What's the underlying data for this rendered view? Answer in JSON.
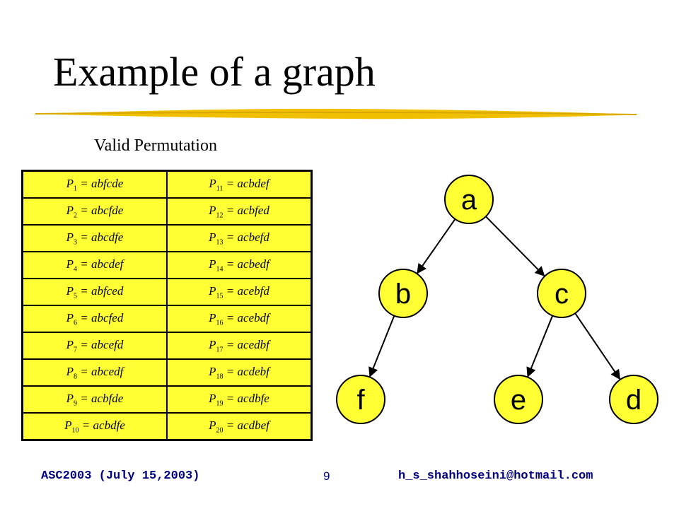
{
  "slide": {
    "title": "Example of a graph",
    "subtitle": "Valid Permutation",
    "accent_color": "#f0c000"
  },
  "permutations": {
    "rows": [
      [
        {
          "p": "P",
          "n": "1",
          "v": "= abfcde"
        },
        {
          "p": "P",
          "n": "11",
          "v": "= acbdef"
        }
      ],
      [
        {
          "p": "P",
          "n": "2",
          "v": "= abcfde"
        },
        {
          "p": "P",
          "n": "12",
          "v": "= acbfed"
        }
      ],
      [
        {
          "p": "P",
          "n": "3",
          "v": "= abcdfe"
        },
        {
          "p": "P",
          "n": "13",
          "v": "= acbefd"
        }
      ],
      [
        {
          "p": "P",
          "n": "4",
          "v": "= abcdef"
        },
        {
          "p": "P",
          "n": "14",
          "v": "= acbedf"
        }
      ],
      [
        {
          "p": "P",
          "n": "5",
          "v": "= abfced"
        },
        {
          "p": "P",
          "n": "15",
          "v": "= acebfd"
        }
      ],
      [
        {
          "p": "P",
          "n": "6",
          "v": "= abcfed"
        },
        {
          "p": "P",
          "n": "16",
          "v": "= acebdf"
        }
      ],
      [
        {
          "p": "P",
          "n": "7",
          "v": "= abcefd"
        },
        {
          "p": "P",
          "n": "17",
          "v": "= acedbf"
        }
      ],
      [
        {
          "p": "P",
          "n": "8",
          "v": "= abcedf"
        },
        {
          "p": "P",
          "n": "18",
          "v": "= acdebf"
        }
      ],
      [
        {
          "p": "P",
          "n": "9",
          "v": "= acbfde"
        },
        {
          "p": "P",
          "n": "19",
          "v": "= acdbfe"
        }
      ],
      [
        {
          "p": "P",
          "n": "10",
          "v": "= acbdfe"
        },
        {
          "p": "P",
          "n": "20",
          "v": "= acdbef"
        }
      ]
    ],
    "fill_color": "#ffff33"
  },
  "graph": {
    "node_color": "#ffff33",
    "nodes": [
      {
        "id": "a",
        "label": "a"
      },
      {
        "id": "b",
        "label": "b"
      },
      {
        "id": "c",
        "label": "c"
      },
      {
        "id": "f",
        "label": "f"
      },
      {
        "id": "e",
        "label": "e"
      },
      {
        "id": "d",
        "label": "d"
      }
    ],
    "edges": [
      {
        "from": "a",
        "to": "b"
      },
      {
        "from": "a",
        "to": "c"
      },
      {
        "from": "b",
        "to": "f"
      },
      {
        "from": "c",
        "to": "e"
      },
      {
        "from": "c",
        "to": "d"
      }
    ]
  },
  "footer": {
    "left": "ASC2003 (July 15,2003)",
    "page": "9",
    "right": "h_s_shahhoseini@hotmail.com"
  }
}
